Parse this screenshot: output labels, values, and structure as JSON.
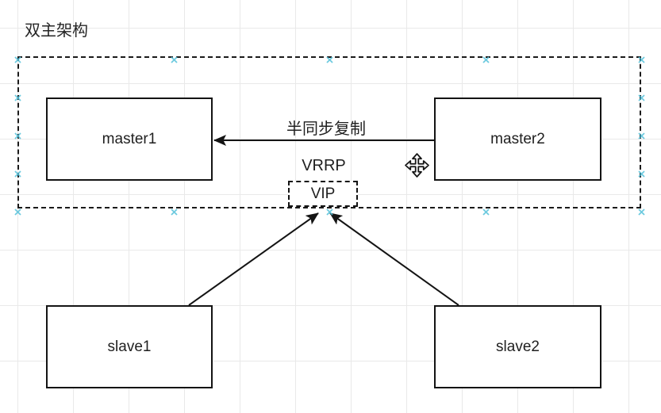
{
  "title": "双主架构",
  "nodes": {
    "master1": {
      "label": "master1"
    },
    "master2": {
      "label": "master2"
    },
    "slave1": {
      "label": "slave1"
    },
    "slave2": {
      "label": "slave2"
    },
    "vip": {
      "label": "VIP"
    }
  },
  "edges": [
    {
      "from": "master2",
      "to": "master1",
      "label": "半同步复制"
    },
    {
      "from": "slave1",
      "to": "vip",
      "label": ""
    },
    {
      "from": "slave2",
      "to": "vip",
      "label": ""
    }
  ],
  "labels": {
    "vrrp": "VRRP"
  },
  "colors": {
    "line": "#141414",
    "selection_handle": "#55c1da",
    "grid": "#e9e9e9",
    "background": "#ffffff"
  },
  "icons": {
    "move_cursor": "move-icon"
  }
}
